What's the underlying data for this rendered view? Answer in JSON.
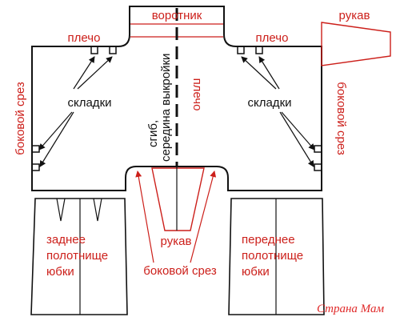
{
  "labels": {
    "collar": "воротник",
    "sleeve_top": "рукав",
    "shoulder_left": "плечо",
    "shoulder_right": "плечо",
    "shoulder_center": "плечо",
    "side_seam_left": "боковой срез",
    "side_seam_right": "боковой срез",
    "folds_left": "складки",
    "folds_right": "складки",
    "fold_line_1": "сгиб,",
    "fold_line_2": "середина выкройки",
    "sleeve_bottom": "рукав",
    "side_seam_bottom": "боковой срез",
    "back_panel_1": "заднее",
    "back_panel_2": "полотнище",
    "back_panel_3": "юбки",
    "front_panel_1": "переднее",
    "front_panel_2": "полотнище",
    "front_panel_3": "юбки"
  },
  "watermark": "Страна Мам",
  "colors": {
    "label_red": "#cc1f1a",
    "outline": "#111111",
    "watermark": "#e02a2a"
  }
}
